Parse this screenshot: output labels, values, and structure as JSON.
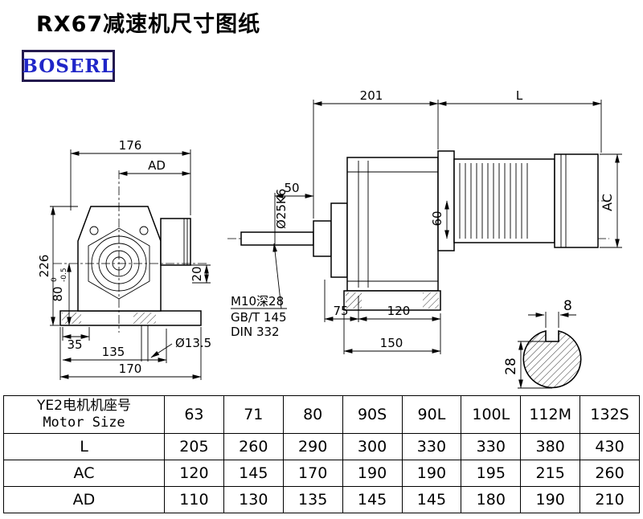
{
  "title": "RX67减速机尺寸图纸",
  "logo": "BOSERL",
  "colors": {
    "logo_border": "#241a4e",
    "logo_text": "#2026c8",
    "line": "#000000"
  },
  "front": {
    "w176": "176",
    "ad": "AD",
    "h226": "226",
    "d80": "80",
    "d80_tol_top": "0",
    "d80_tol_bottom": "-0.5",
    "d35": "35",
    "d135": "135",
    "d170": "170",
    "d20": "20",
    "hole": "Ø13.5"
  },
  "side": {
    "d201": "201",
    "dl": "L",
    "d50": "50",
    "shaft": "Ø25K6",
    "d60": "60",
    "ac": "AC",
    "note1": "M10深28",
    "note2": "GB/T 145",
    "note3": "DIN 332",
    "d75": "75",
    "d120": "120",
    "d150": "150"
  },
  "section": {
    "d8": "8",
    "d28": "28"
  },
  "table": {
    "header": {
      "line1": "YE2电机机座号",
      "line2": "Motor Size"
    },
    "motor_sizes": [
      "63",
      "71",
      "80",
      "90S",
      "90L",
      "100L",
      "112M",
      "132S"
    ],
    "rows": [
      {
        "label": "L",
        "values": [
          "205",
          "260",
          "290",
          "300",
          "330",
          "330",
          "380",
          "430"
        ]
      },
      {
        "label": "AC",
        "values": [
          "120",
          "145",
          "170",
          "190",
          "190",
          "195",
          "215",
          "260"
        ]
      },
      {
        "label": "AD",
        "values": [
          "110",
          "130",
          "135",
          "145",
          "145",
          "180",
          "190",
          "210"
        ]
      }
    ]
  }
}
